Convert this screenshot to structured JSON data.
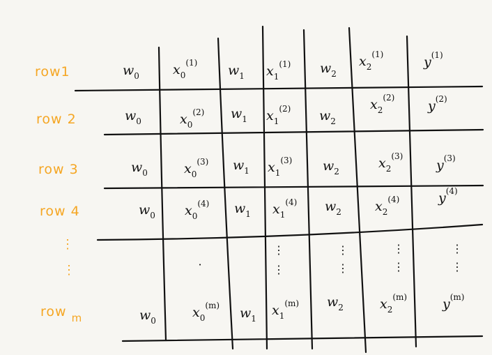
{
  "row_labels": [
    "row1",
    "row 2",
    "row 3",
    "row 4"
  ],
  "row_m": {
    "text": "row",
    "sub": "m"
  },
  "columns": [
    "w0",
    "x0",
    "w1",
    "x1",
    "w2",
    "x2",
    "y"
  ],
  "rows": [
    {
      "w0": "w",
      "w0_sub": "0",
      "x0": "x",
      "x0_sub": "0",
      "x0_sup": "(1)",
      "w1": "w",
      "w1_sub": "1",
      "x1": "x",
      "x1_sub": "1",
      "x1_sup": "(1)",
      "w2": "w",
      "w2_sub": "2",
      "x2": "x",
      "x2_sub": "2",
      "x2_sup": "(1)",
      "y": "y",
      "y_sup": "(1)"
    },
    {
      "w0": "w",
      "w0_sub": "0",
      "x0": "x",
      "x0_sub": "0",
      "x0_sup": "(2)",
      "w1": "w",
      "w1_sub": "1",
      "x1": "x",
      "x1_sub": "1",
      "x1_sup": "(2)",
      "w2": "w",
      "w2_sub": "2",
      "x2": "x",
      "x2_sub": "2",
      "x2_sup": "(2)",
      "y": "y",
      "y_sup": "(2)"
    },
    {
      "w0": "w",
      "w0_sub": "0",
      "x0": "x",
      "x0_sub": "0",
      "x0_sup": "(3)",
      "w1": "w",
      "w1_sub": "1",
      "x1": "x",
      "x1_sub": "1",
      "x1_sup": "(3)",
      "w2": "w",
      "w2_sub": "2",
      "x2": "x",
      "x2_sub": "2",
      "x2_sup": "(3)",
      "y": "y",
      "y_sup": "(3)"
    },
    {
      "w0": "w",
      "w0_sub": "0",
      "x0": "x",
      "x0_sub": "0",
      "x0_sup": "(4)",
      "w1": "w",
      "w1_sub": "1",
      "x1": "x",
      "x1_sub": "1",
      "x1_sup": "(4)",
      "w2": "w",
      "w2_sub": "2",
      "x2": "x",
      "x2_sub": "2",
      "x2_sup": "(4)",
      "y": "y",
      "y_sup": "(4)"
    },
    {
      "w0": "w",
      "w0_sub": "0",
      "x0": "x",
      "x0_sub": "0",
      "x0_sup": "(m)",
      "w1": "w",
      "w1_sub": "1",
      "x1": "x",
      "x1_sub": "1",
      "x1_sup": "(m)",
      "w2": "w",
      "w2_sub": "2",
      "x2": "x",
      "x2_sub": "2",
      "x2_sup": "(m)",
      "y": "y",
      "y_sup": "(m)"
    }
  ],
  "ellipsis_v": "⋮",
  "colors": {
    "background": "#f7f6f2",
    "ink": "#111111",
    "labels": "#f5a623"
  }
}
